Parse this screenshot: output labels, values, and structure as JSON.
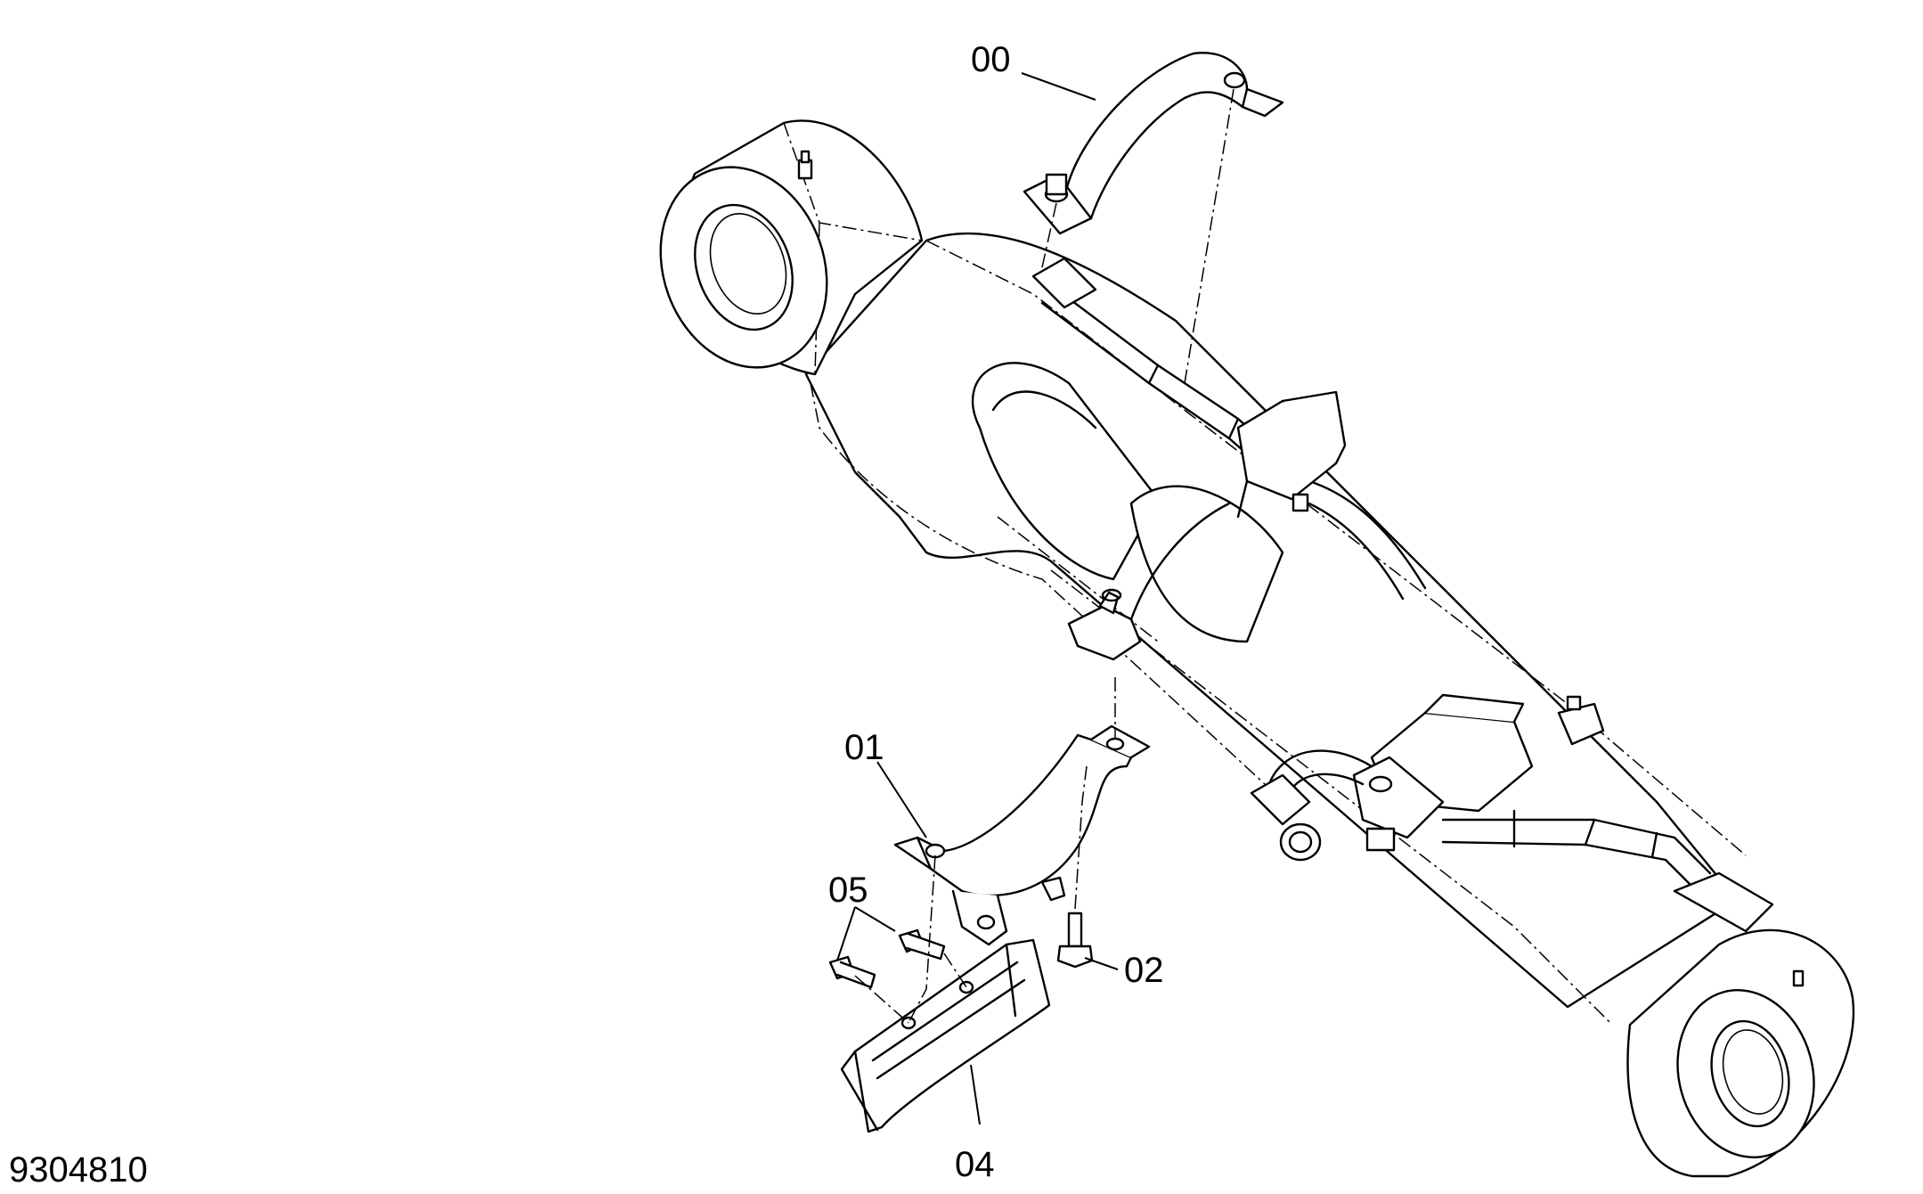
{
  "drawing": {
    "id": "9304810",
    "callouts": [
      {
        "id": "00"
      },
      {
        "id": "01"
      },
      {
        "id": "02"
      },
      {
        "id": "04"
      },
      {
        "id": "05"
      }
    ]
  },
  "colors": {
    "line": "#000000",
    "background": "#ffffff"
  }
}
